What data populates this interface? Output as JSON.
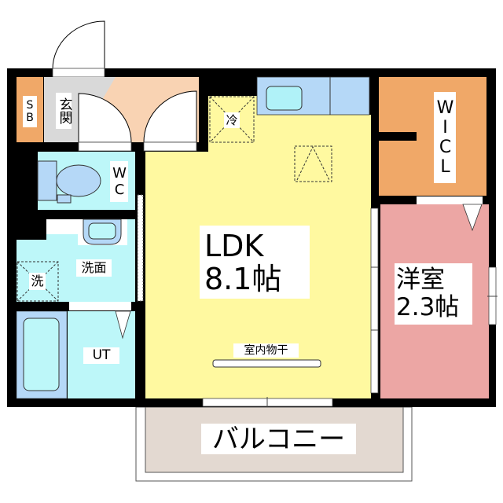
{
  "floor_plan": {
    "rooms": {
      "sb": {
        "label": "SB"
      },
      "genkan": {
        "label": "玄関"
      },
      "wc": {
        "label": "WC"
      },
      "senmen": {
        "label": "洗面"
      },
      "washer": {
        "label": "洗"
      },
      "ut": {
        "label": "UT"
      },
      "fridge": {
        "label": "冷"
      },
      "ldk": {
        "label": "LDK",
        "size": "8.1帖"
      },
      "indoor_drying": {
        "label": "室内物干"
      },
      "wcl": {
        "label": "WICL"
      },
      "yoshitsu": {
        "label": "洋室",
        "size": "2.3帖"
      },
      "balcony": {
        "label": "バルコニー"
      }
    },
    "colors": {
      "wall": "#000000",
      "ldk": "#fff9a0",
      "entrance_hall": "#f9d3b3",
      "genkan": "#d9d9d9",
      "storage": "#f0a868",
      "western_room": "#eca6a4",
      "wet_area": "#bdf7f9",
      "fixture": "#b5d8f7",
      "balcony": "#e3d9d1"
    }
  }
}
